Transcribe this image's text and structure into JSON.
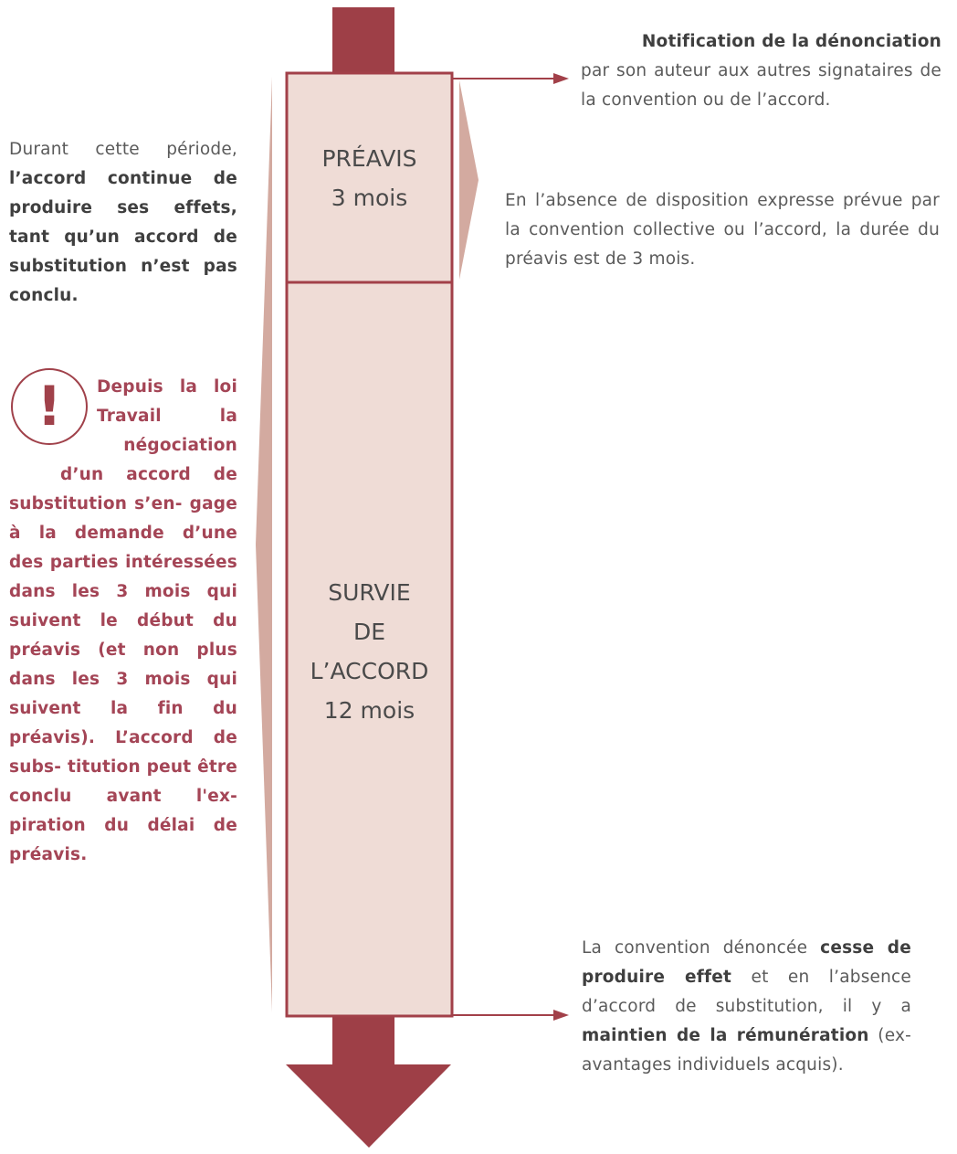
{
  "colors": {
    "arrow": "#9e3f47",
    "box_fill": "#efdcd6",
    "box_border": "#a24049",
    "bracket_fill": "#d3aaa0",
    "bold_red_text": "#a44556"
  },
  "preavis_box": {
    "line1": "PRÉAVIS",
    "line2": "3 mois"
  },
  "survie_box": {
    "line1": "SURVIE",
    "line2": "DE",
    "line3": "L’ACCORD",
    "line4": "12 mois"
  },
  "notification": {
    "bold": "Notification de la dénonciation",
    "rest": "par son auteur aux autres signataires de la convention ou de l’accord."
  },
  "preavis_note": "En l’absence de disposition expresse prévue par la convention collective ou l’accord, la durée du préavis est de 3 mois.",
  "left_period": {
    "intro": "Durant cette période,",
    "bold": "l’accord continue de produire ses effets, tant qu’un accord de substitution n’est pas conclu."
  },
  "warning": {
    "icon": "exclamation-icon",
    "symbol": "!",
    "text_beside_icon": "Depuis la loi Travail la négociation",
    "text_below_icon": "d’un accord de substitution s’en- gage à la demande d’une des parties intéressées dans les 3 mois qui suivent le début du préavis (et non plus dans les 3 mois qui suivent la fin du préavis). L’accord de subs- titution peut être conclu avant l'ex- piration du délai de préavis."
  },
  "end_note": {
    "part1": "La convention dénoncée",
    "bold1": "cesse de produire effet",
    "part2": "et en l’absence d’accord de substitution, il y a",
    "bold2": "maintien de la rémunération",
    "part3": "(ex-avantages individuels acquis)."
  }
}
